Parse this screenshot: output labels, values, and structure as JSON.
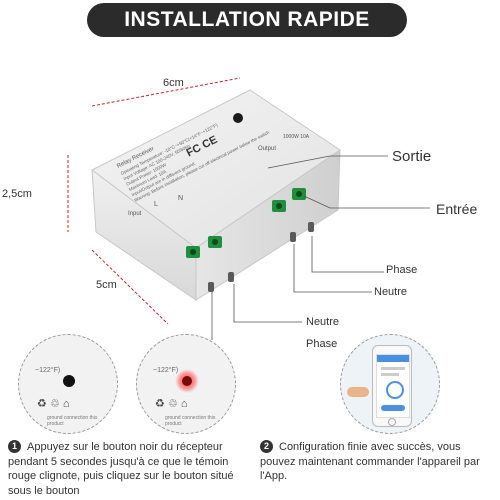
{
  "header": {
    "title": "INSTALLATION RAPIDE"
  },
  "dimensions": {
    "width": "6cm",
    "height": "2,5cm",
    "depth": "5cm"
  },
  "device": {
    "fcc_mark": "FC CE",
    "label_title": "Relay Receiver",
    "label_lines": [
      "Operating Temperature: -10°C~+50°C(+14°F~+122°F)",
      "Input Voltage: AC 100-240V, 50/60Hz",
      "Output Power: 1000W",
      "Maximum Load: 10A",
      "Input/Output are in different ground.",
      "Warning: Before installation, please cut off electrical power below the switch"
    ],
    "input_label": "Input",
    "l_label": "L",
    "n_label": "N",
    "output_label": "Output",
    "output_ratings": "1000W 10A"
  },
  "wiring": {
    "sortie": "Sortie",
    "entree": "Entrée",
    "phase_right": "Phase",
    "neutre_right": "Neutre",
    "neutre_bottom": "Neutre",
    "phase_bottom": "Phase"
  },
  "zoom": {
    "left_temp": "~122°F)",
    "right_temp": "~122°F)",
    "left_fine_print": "ground connection this product",
    "right_fine_print": "ground connection this product"
  },
  "phone": {
    "app_hint": "app-screen"
  },
  "steps": [
    {
      "number": "1",
      "text": "Appuyez sur le bouton noir du récepteur pendant 5 secondes jusqu'à ce que le témoin rouge clignote, puis cliquez sur le bouton situé sous le bouton"
    },
    {
      "number": "2",
      "text": "Configuration finie avec succès, vous pouvez maintenant commander l'appareil par l'App."
    }
  ],
  "colors": {
    "banner": "#2b2b2b",
    "dimension_line": "#cc2222",
    "terminal": "#1e8f3a",
    "led_glow": "#ff3b3b"
  }
}
